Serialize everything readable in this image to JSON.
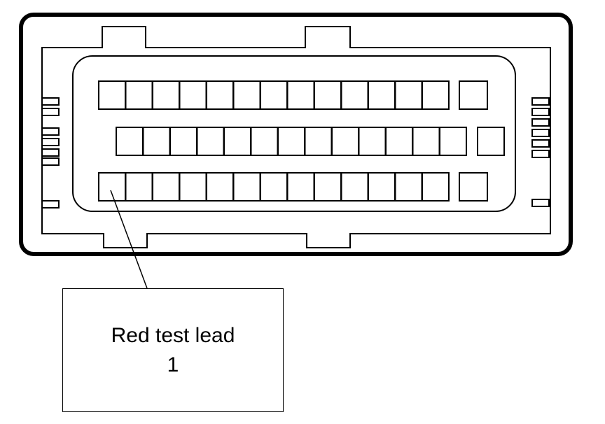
{
  "callout": {
    "label": "Red test lead",
    "number": "1"
  },
  "connector": {
    "rows": [
      {
        "pins": 13,
        "extra_pin": true
      },
      {
        "pins": 13,
        "extra_pin": true
      },
      {
        "pins": 13,
        "extra_pin": true
      }
    ],
    "highlighted_pin": {
      "row": 3,
      "pin": 1
    }
  },
  "colors": {
    "line": "#000000",
    "background": "#ffffff"
  }
}
